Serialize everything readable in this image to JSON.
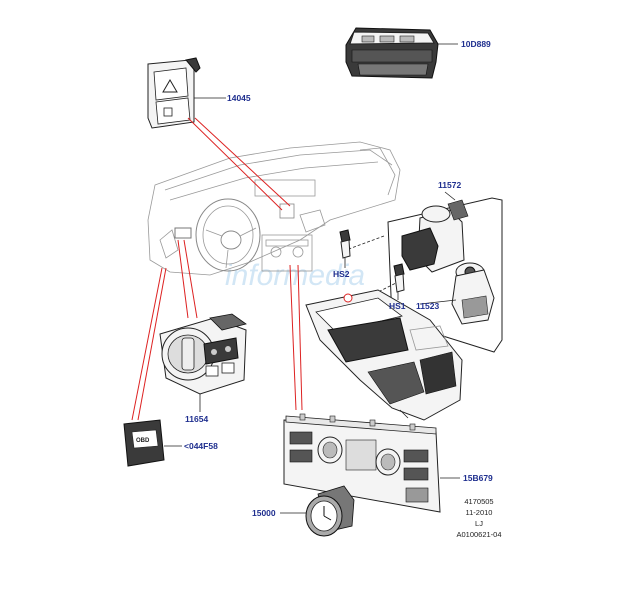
{
  "watermark": "informedia",
  "parts": [
    {
      "id": "10D889",
      "label": "10D889"
    },
    {
      "id": "14045",
      "label": "14045"
    },
    {
      "id": "11572",
      "label": "11572"
    },
    {
      "id": "HS2",
      "label": "HS2"
    },
    {
      "id": "HS1",
      "label": "HS1"
    },
    {
      "id": "11523",
      "label": "11523"
    },
    {
      "id": "11654",
      "label": "11654"
    },
    {
      "id": "044F58",
      "label": "<044F58"
    },
    {
      "id": "15B679",
      "label": "15B679"
    },
    {
      "id": "15000",
      "label": "15000"
    }
  ],
  "reference": {
    "line1": "4170505",
    "line2": "11-2010",
    "line3": "LJ",
    "line4": "A0100621-04"
  }
}
